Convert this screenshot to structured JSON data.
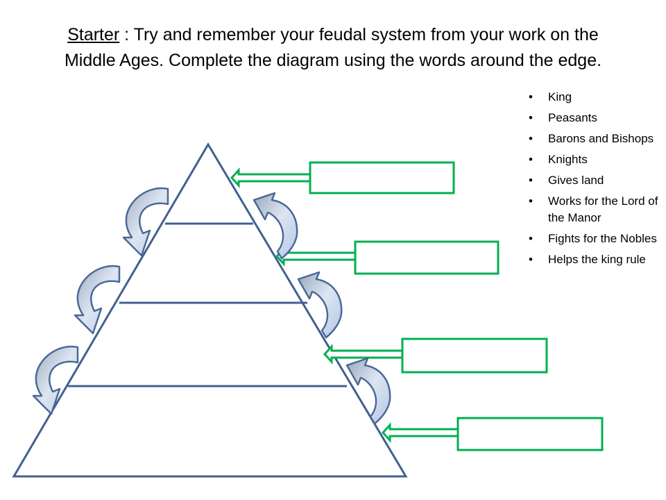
{
  "title": {
    "starter": "Starter",
    "rest": " : Try and remember your feudal system from your work on the Middle Ages. Complete the diagram using the words around the edge."
  },
  "word_bank": [
    "King",
    "Peasants",
    "Barons and Bishops",
    "Knights",
    "Gives land",
    "Works for the Lord of the Manor",
    "Fights for the Nobles",
    "Helps the king rule"
  ],
  "colors": {
    "pyramid": "#41608f",
    "green_box": "#00b050",
    "curved_arrow": "#4a6896"
  }
}
